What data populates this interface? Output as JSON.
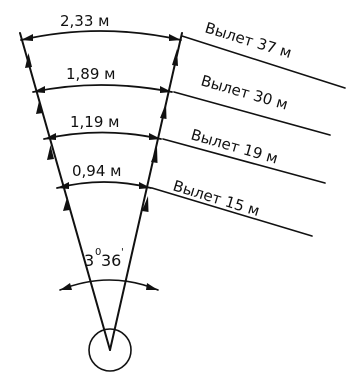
{
  "widths": [
    {
      "label": "2,33 м"
    },
    {
      "label": "1,89 м"
    },
    {
      "label": "1,19 м"
    },
    {
      "label": "0,94 м"
    }
  ],
  "reaches": [
    {
      "label": "Вылет 37 м"
    },
    {
      "label": "Вылет 30 м"
    },
    {
      "label": "Вылет 19 м"
    },
    {
      "label": "Вылет 15 м"
    }
  ],
  "angle": {
    "degrees": "3",
    "degree_mark": "0",
    "minutes": "36",
    "minute_mark": "'"
  }
}
